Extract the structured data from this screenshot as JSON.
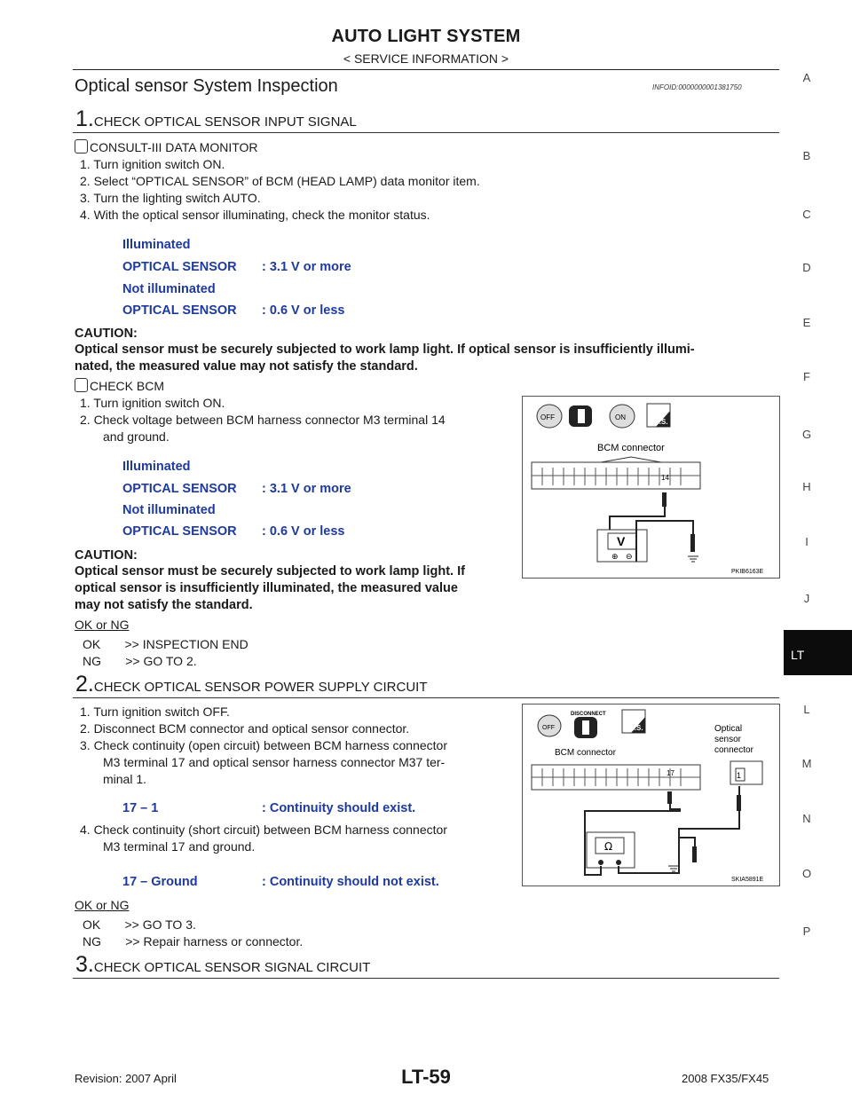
{
  "header": {
    "title": "AUTO LIGHT SYSTEM",
    "subtitle": "< SERVICE INFORMATION >"
  },
  "section": {
    "title": "Optical sensor System Inspection",
    "info_id": "INFOID:0000000001381750"
  },
  "step1": {
    "number": "1.",
    "title": "CHECK OPTICAL SENSOR INPUT SIGNAL",
    "consult_label": "CONSULT-III DATA MONITOR",
    "consult_items": [
      "1. Turn ignition switch ON.",
      "2. Select “OPTICAL SENSOR” of BCM (HEAD LAMP) data monitor item.",
      "3. Turn the lighting switch AUTO.",
      "4. With the optical sensor illuminating, check the monitor status."
    ],
    "spec1": {
      "illum_label": "Illuminated",
      "illum_item": "OPTICAL SENSOR",
      "illum_value": ": 3.1 V or more",
      "notillum_label": "Not illuminated",
      "notillum_item": "OPTICAL SENSOR",
      "notillum_value": ": 0.6 V or less"
    },
    "caution1_label": "CAUTION:",
    "caution1_text": "Optical sensor must be securely subjected to work lamp light. If optical sensor is insufficiently illumi-\nnated, the measured value may not satisfy the standard.",
    "check_bcm_label": "CHECK BCM",
    "bcm_items": [
      "1. Turn ignition switch ON.",
      "2. Check voltage between BCM harness connector M3 terminal 14",
      "and ground."
    ],
    "spec2": {
      "illum_label": "Illuminated",
      "illum_item": "OPTICAL SENSOR",
      "illum_value": ": 3.1 V or more",
      "notillum_label": "Not illuminated",
      "notillum_item": "OPTICAL SENSOR",
      "notillum_value": ": 0.6 V or less"
    },
    "caution2_label": "CAUTION:",
    "caution2_lines": [
      "Optical sensor must be securely subjected to work lamp light. If",
      "optical sensor is insufficiently illuminated, the measured value",
      "may not satisfy the standard."
    ],
    "ok_ng": "OK or NG",
    "ok": "OK       >> INSPECTION END",
    "ng": "NG       >> GO TO 2.",
    "diagram": {
      "off": "OFF",
      "on": "ON",
      "hs": "H.S.",
      "connector_label": "BCM connector",
      "terminal": "14",
      "meter": "V",
      "plus": "⊕",
      "minus": "⊖",
      "code": "PKIB6163E"
    }
  },
  "step2": {
    "number": "2.",
    "title": "CHECK OPTICAL SENSOR POWER SUPPLY CIRCUIT",
    "items": [
      "1. Turn ignition switch OFF.",
      "2. Disconnect BCM connector and optical sensor connector.",
      "3. Check continuity (open circuit) between BCM harness connector",
      "M3 terminal 17 and optical sensor harness connector M37 ter-",
      "minal 1."
    ],
    "spec1_left": "17 – 1",
    "spec1_right": ": Continuity should exist.",
    "items2": [
      "4. Check continuity (short circuit) between BCM harness connector",
      "M3 terminal 17 and ground."
    ],
    "spec2_left": "17 – Ground",
    "spec2_right": ": Continuity should not exist.",
    "ok_ng": "OK or NG",
    "ok": "OK       >> GO TO 3.",
    "ng": "NG       >> Repair harness or connector.",
    "diagram": {
      "disconnect": "DISCONNECT",
      "off": "OFF",
      "hs": "H.S.",
      "bcm_label": "BCM connector",
      "optical_label1": "Optical",
      "optical_label2": "sensor",
      "optical_label3": "connector",
      "terminal17": "17",
      "terminal1": "1",
      "meter": "Ω",
      "code": "SKIA5891E"
    }
  },
  "step3": {
    "number": "3.",
    "title": "CHECK OPTICAL SENSOR SIGNAL CIRCUIT"
  },
  "sidebar": {
    "letters": [
      "A",
      "B",
      "C",
      "D",
      "E",
      "F",
      "G",
      "H",
      "I",
      "J",
      "L",
      "M",
      "N",
      "O",
      "P"
    ],
    "active_tab": "LT"
  },
  "footer": {
    "revision": "Revision: 2007 April",
    "page": "LT-59",
    "model": "2008 FX35/FX45"
  }
}
